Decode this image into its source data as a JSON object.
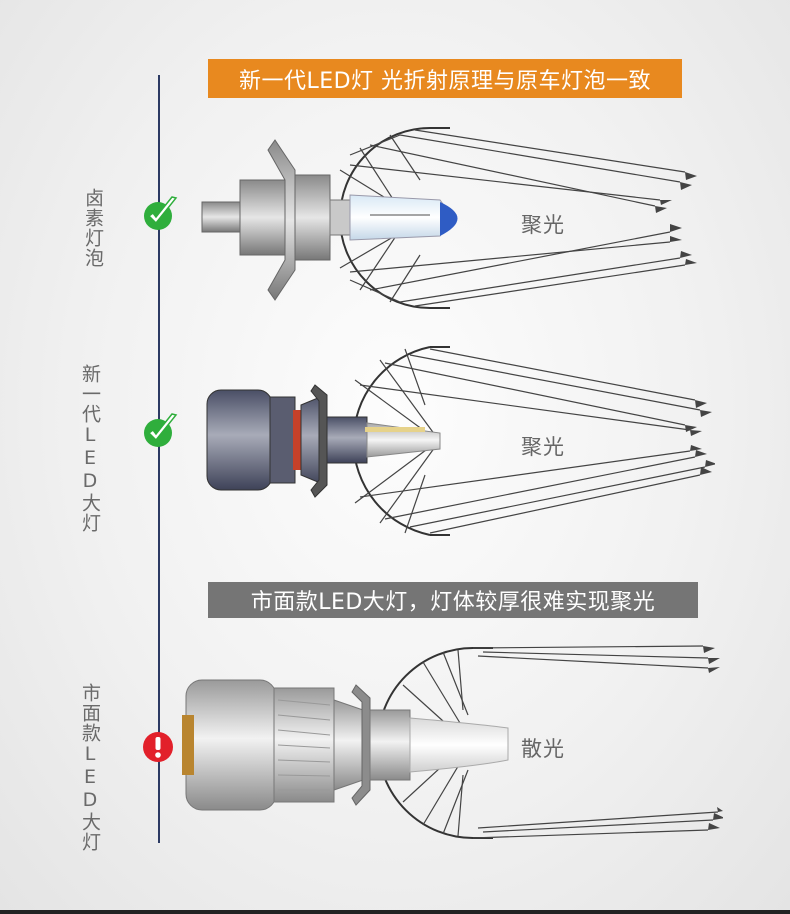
{
  "banner_top": "新一代LED灯 光折射原理与原车灯泡一致",
  "banner_bottom": "市面款LED大灯，灯体较厚很难实现聚光",
  "rows": [
    {
      "label": "卤素灯泡",
      "status": "check",
      "caption": "聚光"
    },
    {
      "label": "新一代LED大灯",
      "status": "check",
      "caption": "聚光"
    },
    {
      "label": "市面款LED大灯",
      "status": "warning",
      "caption": "散光"
    }
  ],
  "colors": {
    "accent": "#e8891f",
    "check": "#2fae3c",
    "warning": "#e2202a",
    "line": "#2c3a63"
  }
}
